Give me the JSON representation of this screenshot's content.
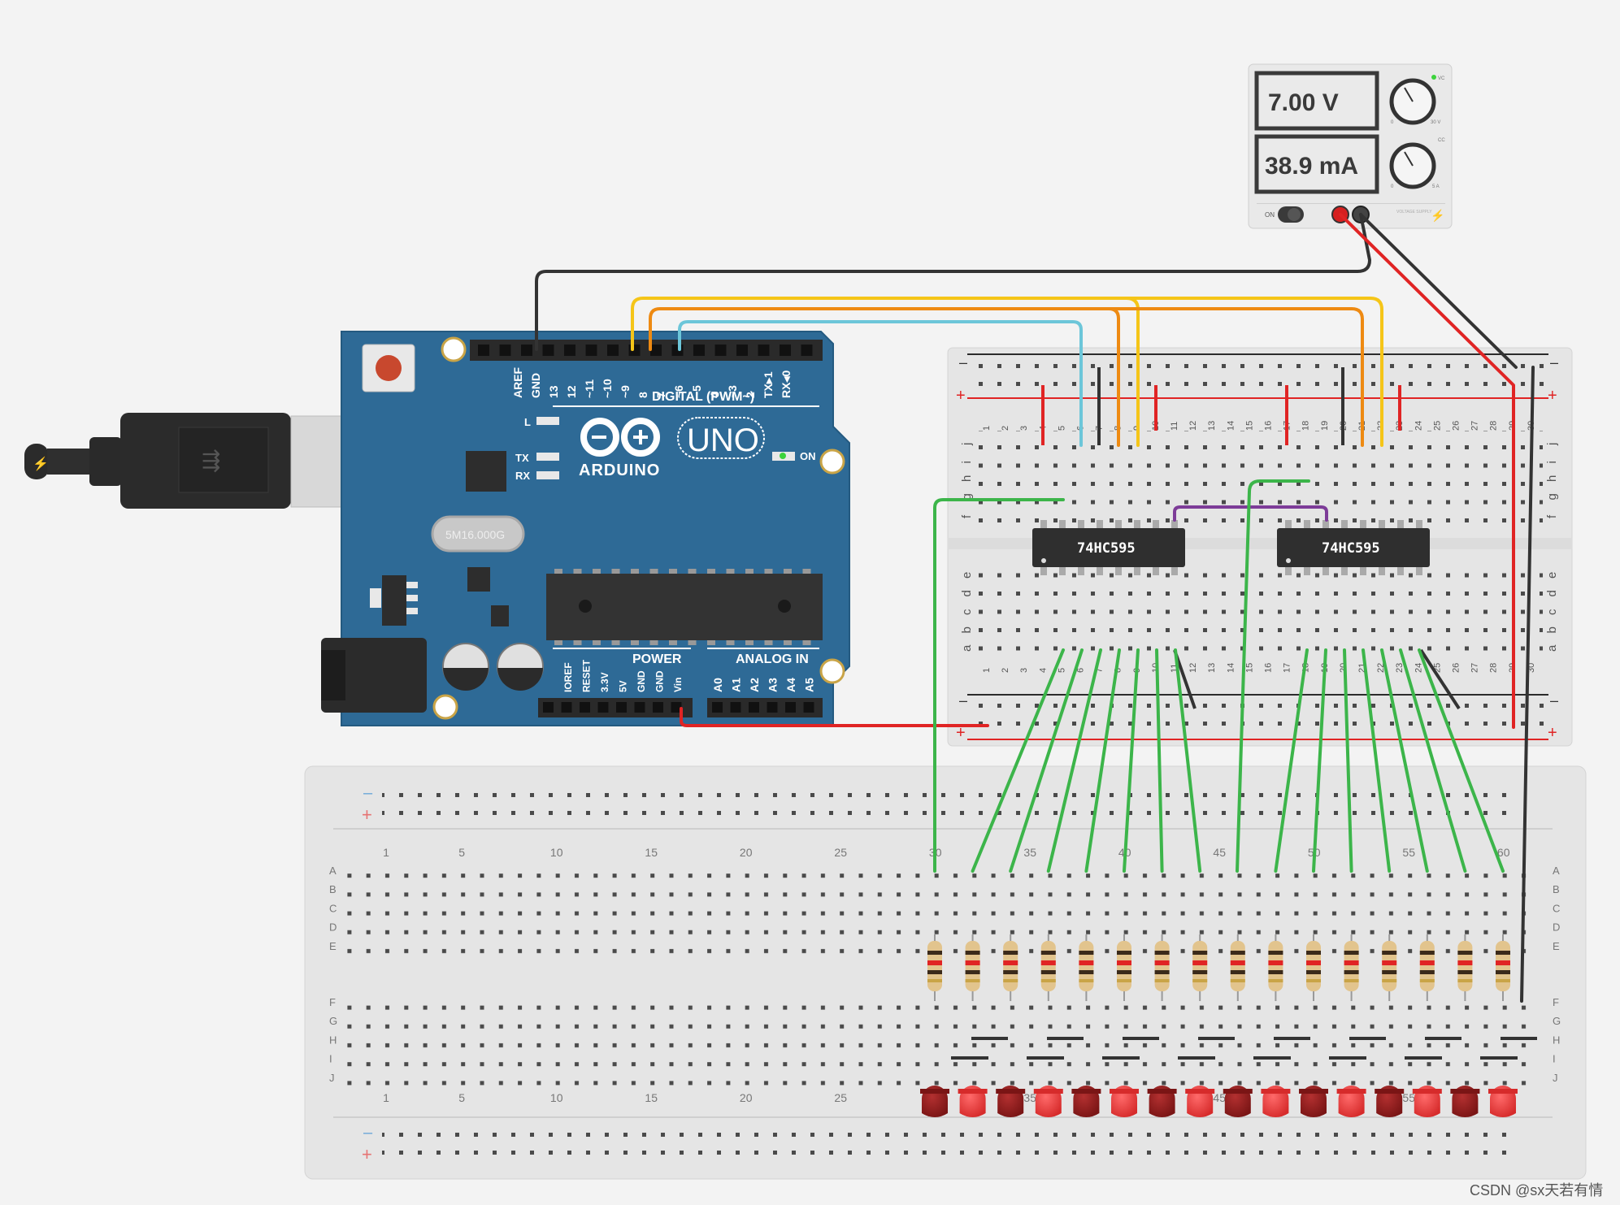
{
  "power_supply": {
    "voltage": "7.00 V",
    "current": "38.9 mA",
    "power_label": "ON",
    "voltage_knob_min": "0",
    "voltage_knob_max": "30 V",
    "current_knob_min": "0",
    "current_knob_max": "5 A",
    "vc_label": "VC",
    "cc_label": "CC",
    "brand": "VOLTAGE SUPPLY"
  },
  "arduino": {
    "board_name": "UNO",
    "brand": "ARDUINO",
    "on_label": "ON",
    "l_label": "L",
    "tx_label": "TX",
    "rx_label": "RX",
    "crystal": "5M16.000G",
    "digital_label": "DIGITAL (PWM~)",
    "power_label": "POWER",
    "analog_label": "ANALOG IN",
    "digital_pins": [
      "AREF",
      "GND",
      "13",
      "12",
      "~11",
      "~10",
      "~9",
      "8",
      "7",
      "~6",
      "~5",
      "4",
      "~3",
      "2",
      "TX▸1",
      "RX◂0"
    ],
    "power_pins": [
      "IOREF",
      "RESET",
      "3.3V",
      "5V",
      "GND",
      "GND",
      "Vin"
    ],
    "analog_pins": [
      "A0",
      "A1",
      "A2",
      "A3",
      "A4",
      "A5"
    ]
  },
  "chips": [
    {
      "label": "74HC595"
    },
    {
      "label": "74HC595"
    }
  ],
  "small_breadboard": {
    "minus": "–",
    "plus": "+",
    "row_letters_top": [
      "j",
      "i",
      "h",
      "g",
      "f"
    ],
    "row_letters_bottom": [
      "e",
      "d",
      "c",
      "b",
      "a"
    ],
    "column_numbers": [
      "1",
      "2",
      "3",
      "4",
      "5",
      "6",
      "7",
      "8",
      "9",
      "10",
      "11",
      "12",
      "13",
      "14",
      "15",
      "16",
      "17",
      "18",
      "19",
      "20",
      "21",
      "22",
      "23",
      "24",
      "25",
      "26",
      "27",
      "28",
      "29",
      "30"
    ]
  },
  "large_breadboard": {
    "minus": "–",
    "plus": "+",
    "row_letters_top": [
      "A",
      "B",
      "C",
      "D",
      "E"
    ],
    "row_letters_bottom": [
      "F",
      "G",
      "H",
      "I",
      "J"
    ],
    "column_numbers": [
      "1",
      "5",
      "10",
      "15",
      "20",
      "25",
      "30",
      "35",
      "40",
      "45",
      "50",
      "55",
      "60"
    ]
  },
  "leds": {
    "count": 16,
    "colors": [
      "#8b1a1a",
      "#d93434"
    ]
  },
  "resistors": {
    "count": 16
  },
  "colors": {
    "board_blue": "#2e6a96",
    "wire_black": "#333333",
    "wire_red": "#e02424",
    "wire_yellow": "#f5c518",
    "wire_orange": "#ee8a12",
    "wire_cyan": "#6cc6d9",
    "wire_green": "#3cb54a",
    "wire_purple": "#7d3c98"
  },
  "watermark": "CSDN @sx天若有情"
}
